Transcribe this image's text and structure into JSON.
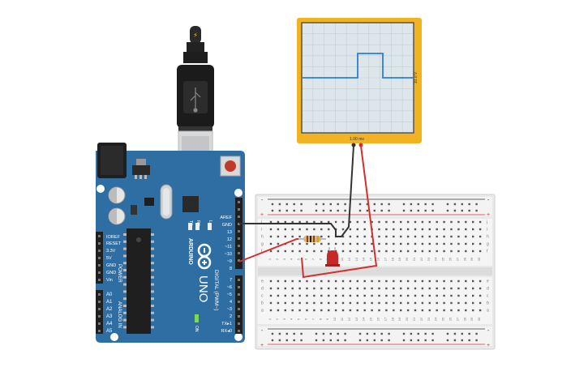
{
  "board": {
    "brand": "ARDUINO",
    "model": "UNO",
    "digital_label": "DIGITAL (PWM~)",
    "power_label": "POWER",
    "analog_label": "ANALOG IN",
    "on_label": "ON",
    "l_label": "L",
    "tx_label": "TX",
    "rx_label": "RX",
    "power_pins": [
      "IOREF",
      "RESET",
      "3.3V",
      "5V",
      "GND",
      "GND",
      "Vin"
    ],
    "analog_pins": [
      "A0",
      "A1",
      "A2",
      "A3",
      "A4",
      "A5"
    ],
    "digital_top": [
      "AREF",
      "GND",
      "13",
      "12",
      "~11",
      "~10",
      "~9",
      "8"
    ],
    "digital_bottom": [
      "7",
      "~6",
      "~5",
      "4",
      "~3",
      "2",
      "TX▸1",
      "RX◂0"
    ]
  },
  "oscilloscope": {
    "time_label": "1.00 ms",
    "volt_label": "10.0 V",
    "colors": {
      "frame": "#f2b323",
      "screen": "#dde6ea",
      "trace": "#2b7fd4"
    }
  },
  "breadboard": {
    "row_letters_top": [
      "j",
      "i",
      "h",
      "g",
      "f"
    ],
    "row_letters_bottom": [
      "e",
      "d",
      "c",
      "b",
      "a"
    ],
    "column_numbers": [
      "1",
      "2",
      "3",
      "4",
      "5",
      "6",
      "7",
      "8",
      "9",
      "10",
      "11",
      "12",
      "13",
      "14",
      "15",
      "16",
      "17",
      "18",
      "19",
      "20",
      "21",
      "22",
      "23",
      "24",
      "25",
      "26",
      "27",
      "28",
      "29",
      "30"
    ],
    "rail_plus": "+",
    "rail_minus": "-"
  },
  "colors": {
    "board": "#2f6ea3",
    "wire_red": "#d32f2f",
    "wire_black": "#333333",
    "led": "#c62828"
  }
}
